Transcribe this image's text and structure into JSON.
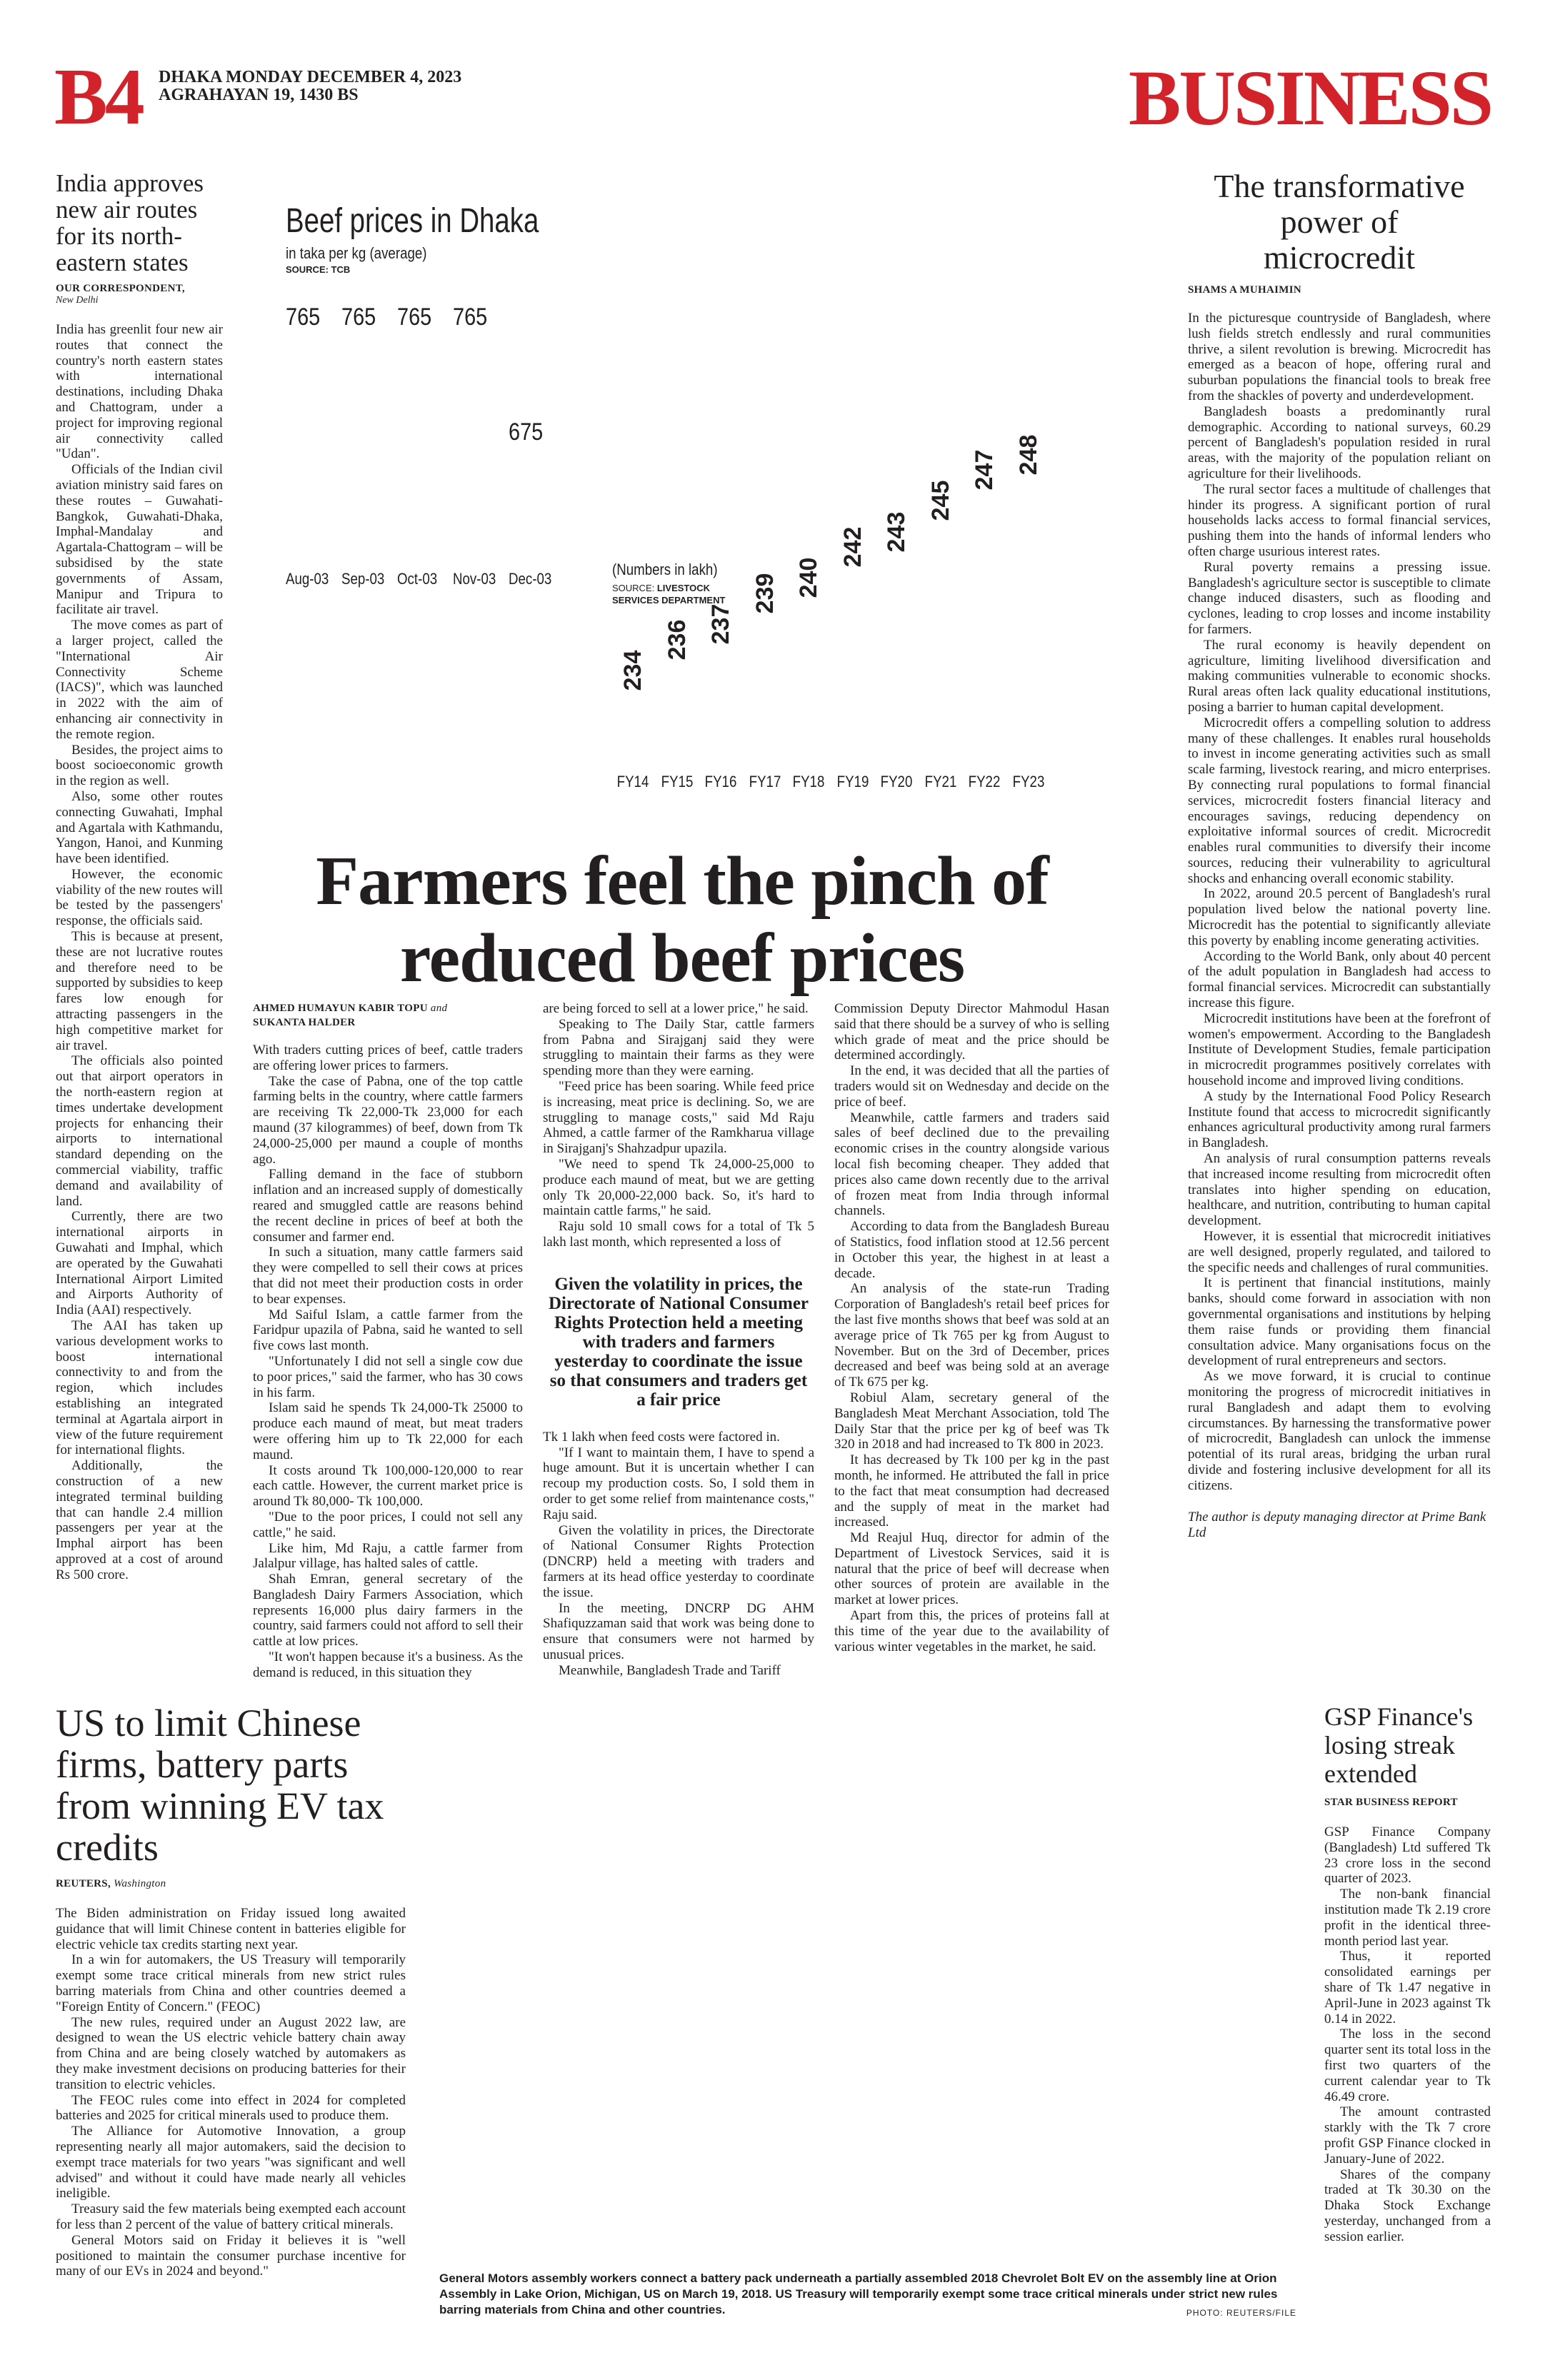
{
  "masthead": {
    "page": "B4",
    "date_line": "DHAKA MONDAY DECEMBER 4, 2023",
    "bangla_date": "AGRAHAYAN 19, 1430 BS",
    "section": "BUSINESS",
    "accent": "#d2232a"
  },
  "india": {
    "headline": "India approves new air routes for its north-eastern states",
    "byline": "OUR CORRESPONDENT,",
    "place": "New Delhi",
    "paragraphs": [
      "India has greenlit four new air routes that connect the country's north eastern states with international destinations, including Dhaka and Chattogram, under a project for improving regional air connectivity called \"Udan\".",
      "Officials of the Indian civil aviation ministry said fares on these routes – Guwahati-Bangkok, Guwahati-Dhaka, Imphal-Mandalay and Agartala-Chattogram – will be subsidised by the state governments of Assam, Manipur and Tripura to facilitate air travel.",
      "The move comes as part of a larger project, called the \"International Air Connectivity Scheme (IACS)\", which was launched in 2022 with the aim of enhancing air connectivity in the remote region.",
      "Besides, the project aims to boost socioeconomic growth in the region as well.",
      "Also, some other routes connecting Guwahati, Imphal and Agartala with Kathmandu, Yangon, Hanoi, and Kunming have been identified.",
      "However, the economic viability of the new routes will be tested by the passengers' response, the officials said.",
      "This is because at present, these are not lucrative routes and therefore need to be supported by subsidies to keep fares low enough for attracting passengers in the high competitive market for air travel.",
      "The officials also pointed out that airport operators in the north-eastern region at times undertake development projects for enhancing their airports to international standard depending on the commercial viability, traffic demand and availability of land.",
      "Currently, there are two international airports in Guwahati and Imphal, which are operated by the Guwahati International Airport Limited and Airports Authority of India (AAI) respectively.",
      "The AAI has taken up various development works to boost international connectivity to and from the region, which includes establishing an integrated terminal at Agartala airport in view of the future requirement for international flights.",
      "Additionally, the construction of a new integrated terminal building that can handle 2.4 million passengers per year at the Imphal airport has been approved at a cost of around Rs 500 crore."
    ]
  },
  "chart_data": [
    {
      "type": "bar",
      "title": "Beef prices in Dhaka",
      "subtitle": "in taka per kg (average)",
      "source": "SOURCE: TCB",
      "categories": [
        "Aug-03",
        "Sep-03",
        "Oct-03",
        "Nov-03",
        "Dec-03"
      ],
      "values": [
        765,
        765,
        765,
        765,
        675
      ],
      "value_labels": [
        "765",
        "765",
        "765",
        "765",
        "675"
      ],
      "ylabel": "taka per kg"
    },
    {
      "type": "bar",
      "title": "(Numbers in lakh)",
      "source_prefix": "SOURCE: ",
      "source": "LIVESTOCK SERVICES DEPARTMENT",
      "categories": [
        "FY14",
        "FY15",
        "FY16",
        "FY17",
        "FY18",
        "FY19",
        "FY20",
        "FY21",
        "FY22",
        "FY23"
      ],
      "values": [
        234,
        236,
        237,
        239,
        240,
        242,
        243,
        245,
        247,
        248
      ],
      "value_labels": [
        "234",
        "236",
        "237",
        "239",
        "240",
        "242",
        "243",
        "245",
        "247",
        "248"
      ],
      "ylabel": "lakh"
    }
  ],
  "lead": {
    "headline_1": "Farmers feel the pinch of",
    "headline_2": "reduced beef prices",
    "byline_1": "AHMED HUMAYUN KABIR TOPU",
    "byline_and": "and",
    "byline_2": "SUKANTA HALDER",
    "col1": [
      "With traders cutting prices of beef, cattle traders are offering lower prices to farmers.",
      "Take the case of Pabna, one of the top cattle farming belts in the country, where cattle farmers are receiving Tk 22,000-Tk 23,000 for each maund (37 kilogrammes) of beef, down from Tk 24,000-25,000 per maund a couple of months ago.",
      "Falling demand in the face of stubborn inflation and an increased supply of domestically reared and smuggled cattle are reasons behind the recent decline in prices of beef at both the consumer and farmer end.",
      "In such a situation, many cattle farmers said they were compelled to sell their cows at prices that did not meet their production costs in order to bear expenses.",
      "Md Saiful Islam, a cattle farmer from the Faridpur upazila of Pabna, said he wanted to sell five cows last month.",
      "\"Unfortunately I did not sell a single cow due to poor prices,\" said the farmer, who has 30 cows in his farm.",
      "Islam said he spends Tk 24,000-Tk 25000 to produce each maund of meat, but meat traders were offering him up to Tk 22,000 for each maund.",
      "It costs around Tk 100,000-120,000 to rear each cattle. However, the current market price is around Tk 80,000- Tk 100,000.",
      "\"Due to the poor prices, I could not sell any cattle,\" he said.",
      "Like him, Md Raju, a cattle farmer from Jalalpur village, has halted sales of cattle.",
      "Shah Emran, general secretary of the Bangladesh Dairy Farmers Association, which represents 16,000 plus dairy farmers in the country, said farmers could not afford to sell their cattle at low prices.",
      "\"It won't happen because it's a business. As the demand is reduced, in this situation they"
    ],
    "col2a": [
      "are being forced to sell at a lower price,\" he said.",
      "Speaking to The Daily Star, cattle farmers from Pabna and Sirajganj said they were struggling to maintain their farms as they were spending more than they were earning.",
      "\"Feed price has been soaring. While feed price is increasing, meat price is declining. So, we are struggling to manage costs,\" said Md Raju Ahmed, a cattle farmer of the Ramkharua village in Sirajganj's Shahzadpur upazila.",
      "\"We need to spend Tk 24,000-25,000 to produce each maund of meat, but we are getting only Tk 20,000-22,000 back. So, it's hard to maintain cattle farms,\" he said.",
      "Raju sold 10 small cows for a total of Tk 5 lakh last month, which represented a loss of"
    ],
    "pull_quote": "Given the volatility in prices, the Directorate of National Consumer Rights Protection held a meeting with traders and farmers yesterday to coordinate the issue so that consumers and traders get a fair price",
    "col2b": [
      "Tk 1 lakh when feed costs were factored in.",
      "\"If I want to maintain them, I have to spend a huge amount. But it is uncertain whether I can recoup my production costs. So, I sold them in order to get some relief from maintenance costs,\" Raju said.",
      "Given the volatility in prices, the Directorate of National Consumer Rights Protection (DNCRP) held a meeting with traders and farmers at its head office yesterday to coordinate the issue.",
      "In the meeting, DNCRP DG AHM Shafiquzzaman said that work was being done to ensure that consumers were not harmed by unusual prices.",
      "Meanwhile, Bangladesh Trade and Tariff"
    ],
    "col3": [
      "Commission Deputy Director Mahmodul Hasan said that there should be a survey of who is selling which grade of meat and the price should be determined accordingly.",
      "In the end, it was decided that all the parties of traders would sit on Wednesday and decide on the price of beef.",
      "Meanwhile, cattle farmers and traders said sales of beef declined due to the prevailing economic crises in the country alongside various local fish becoming cheaper. They added that prices also came down recently due to the arrival of frozen meat from India through informal channels.",
      "According to data from the Bangladesh Bureau of Statistics, food inflation stood at 12.56 percent in October this year, the highest in at least a decade.",
      "An analysis of the state-run Trading Corporation of Bangladesh's retail beef prices for the last five months shows that beef was sold at an average price of Tk 765 per kg from August to November. But on the 3rd of December, prices decreased and beef was being sold at an average of Tk 675 per kg.",
      "Robiul Alam, secretary general of the Bangladesh Meat Merchant Association, told The Daily Star that the price per kg of beef was Tk 320 in 2018 and had increased to Tk 800 in 2023.",
      "It has decreased by Tk 100 per kg in the past month, he informed. He attributed the fall in price to the fact that meat consumption had decreased and the supply of meat in the market had increased.",
      "Md Reajul Huq, director for admin of the Department of Livestock Services, said it is natural that the price of beef will decrease when other sources of protein are available in the market at lower prices.",
      "Apart from this, the prices of proteins fall at this time of the year due to the availability of various winter vegetables in the market, he said."
    ]
  },
  "microcredit": {
    "headline": "The transformative power of microcredit",
    "byline": "SHAMS A MUHAIMIN",
    "paragraphs": [
      "In the picturesque countryside of Bangladesh, where lush fields stretch endlessly and rural communities thrive, a silent revolution is brewing. Microcredit has emerged as a beacon of hope, offering rural and suburban populations the financial tools to break free from the shackles of poverty and underdevelopment.",
      "Bangladesh boasts a predominantly rural demographic. According to national surveys, 60.29 percent of Bangladesh's population resided in rural areas, with the majority of the population reliant on agriculture for their livelihoods.",
      "The rural sector faces a multitude of challenges that hinder its progress. A significant portion of rural households lacks access to formal financial services, pushing them into the hands of informal lenders who often charge usurious interest rates.",
      "Rural poverty remains a pressing issue. Bangladesh's agriculture sector is susceptible to climate change induced disasters, such as flooding and cyclones, leading to crop losses and income instability for farmers.",
      "The rural economy is heavily dependent on agriculture, limiting livelihood diversification and making communities vulnerable to economic shocks. Rural areas often lack quality educational institutions, posing a barrier to human capital development.",
      "Microcredit offers a compelling solution to address many of these challenges. It enables rural households to invest in income generating activities such as small scale farming, livestock rearing, and micro enterprises. By connecting rural populations to formal financial services, microcredit fosters financial literacy and encourages savings, reducing dependency on exploitative informal sources of credit. Microcredit enables rural communities to diversify their income sources, reducing their vulnerability to agricultural shocks and enhancing overall economic stability.",
      "In 2022, around 20.5 percent of Bangladesh's rural population lived below the national poverty line. Microcredit has the potential to significantly alleviate this poverty by enabling income generating activities.",
      "According to the World Bank, only about 40 percent of the adult population in Bangladesh had access to formal financial services. Microcredit can substantially increase this figure.",
      "Microcredit institutions have been at the forefront of women's empowerment. According to the Bangladesh Institute of Development Studies, female participation in microcredit programmes positively correlates with household income and improved living conditions.",
      "A study by the International Food Policy Research Institute found that access to microcredit significantly enhances agricultural productivity among rural farmers in Bangladesh.",
      "An analysis of rural consumption patterns reveals that increased income resulting from microcredit often translates into higher spending on education, healthcare, and nutrition, contributing to human capital development.",
      "However, it is essential that microcredit initiatives are well designed, properly regulated, and tailored to the specific needs and challenges of rural communities.",
      "It is pertinent that financial institutions, mainly banks, should come forward in association with non governmental organisations and institutions by helping them raise funds or providing them financial consultation advice. Many organisations focus on the development of rural entrepreneurs and sectors.",
      "As we move forward, it is crucial to continue monitoring the progress of microcredit initiatives in rural Bangladesh and adapt them to evolving circumstances. By harnessing the transformative power of microcredit, Bangladesh can unlock the immense potential of its rural areas, bridging the urban rural divide and fostering inclusive development for all its citizens."
    ],
    "author_note": "The author is deputy managing director at Prime Bank Ltd"
  },
  "ev": {
    "headline": "US to limit Chinese firms, battery parts from winning EV tax credits",
    "byline": "REUTERS,",
    "place": "Washington",
    "paragraphs": [
      "The Biden administration on Friday issued long awaited guidance that will limit Chinese content in batteries eligible for electric vehicle tax credits starting next year.",
      "In a win for automakers, the US Treasury will temporarily exempt some trace critical minerals from new strict rules barring materials from China and other countries deemed a \"Foreign Entity of Concern.\" (FEOC)",
      "The new rules, required under an August 2022 law, are designed to wean the US electric vehicle battery chain away from China and are being closely watched by automakers as they make investment decisions on producing batteries for their transition to electric vehicles.",
      "The FEOC rules come into effect in 2024 for completed batteries and 2025 for critical minerals used to produce them.",
      "The Alliance for Automotive Innovation, a group representing nearly all major automakers, said the decision to exempt trace materials for two years \"was significant and well advised\" and without it could have made nearly all vehicles ineligible.",
      "Treasury said the few materials being exempted each account for less than 2 percent of the value of battery critical minerals.",
      "General Motors said on Friday it believes it is \"well positioned to maintain the consumer purchase incentive for many of our EVs in 2024 and beyond.\""
    ],
    "caption": "General Motors assembly workers connect a battery pack underneath a partially assembled 2018 Chevrolet Bolt EV on the assembly line at Orion Assembly in Lake Orion, Michigan, US on March 19, 2018. US Treasury will temporarily exempt some trace critical minerals under strict new rules barring materials from China and other countries.",
    "photo_credit": "PHOTO: REUTERS/FILE"
  },
  "gsp": {
    "headline": "GSP Finance's losing streak extended",
    "byline": "STAR BUSINESS REPORT",
    "paragraphs": [
      "GSP Finance Company (Bangladesh) Ltd suffered Tk 23 crore loss in the second quarter of 2023.",
      "The non-bank financial institution made Tk 2.19 crore profit in the identical three-month period last year.",
      "Thus, it reported consolidated earnings per share of Tk 1.47 negative in April-June in 2023 against Tk 0.14 in 2022.",
      "The loss in the second quarter sent its total loss in the first two quarters of the current calendar year to Tk 46.49 crore.",
      "The amount contrasted starkly with the Tk 7 crore profit GSP Finance clocked in January-June of 2022.",
      "Shares of the company traded at Tk 30.30 on the Dhaka Stock Exchange yesterday, unchanged from a session earlier."
    ]
  }
}
